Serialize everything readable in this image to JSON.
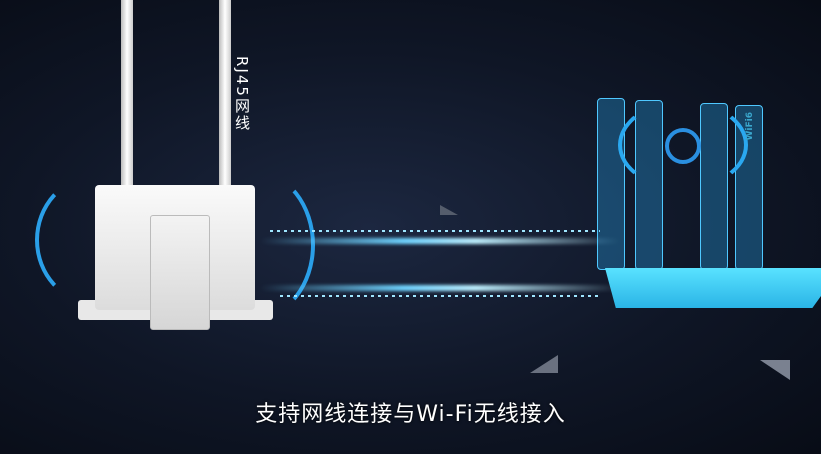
{
  "cable_label": "RJ45网线",
  "antenna_logo": "WiFi6",
  "subtitle": "支持网线连接与Wi-Fi无线接入",
  "colors": {
    "background": "#0d1422",
    "beam": "#6fd3ff",
    "router": "#3cc8f0"
  }
}
